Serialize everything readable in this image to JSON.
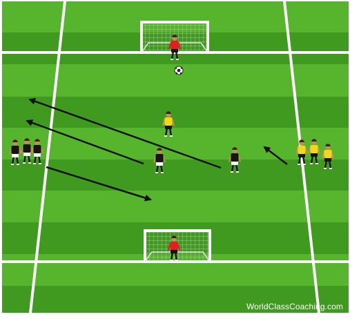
{
  "watermark": "WorldClassCoaching.com",
  "colors": {
    "grass_dark": "#3f9a1f",
    "grass_light": "#56b52c",
    "line": "#ffffff",
    "red_kit": "#e02020",
    "yellow_kit": "#f2d81a",
    "black_kit": "#151515",
    "arrow": "#111111"
  },
  "elements": {
    "goal_top": "soccer-goal",
    "goal_bottom": "soccer-goal",
    "goalkeepers": [
      "red-goalkeeper",
      "red-goalkeeper"
    ],
    "ball": "soccer-ball-icon",
    "black_team_waiting": 3,
    "yellow_team_waiting": 3,
    "black_players_on_field": 2,
    "yellow_defender_on_field": 1,
    "arrows": 4
  }
}
